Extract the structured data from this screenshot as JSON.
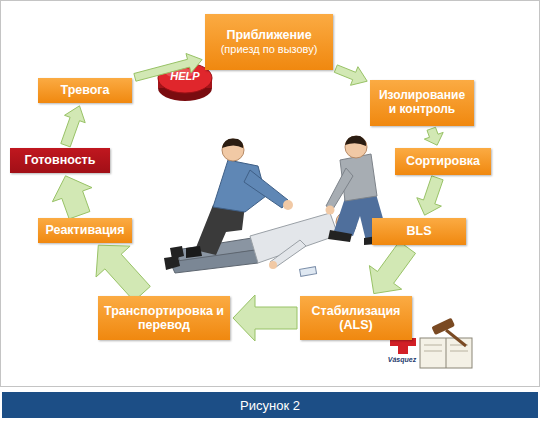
{
  "diagram": {
    "caption": "Рисунок 2",
    "nodes": [
      {
        "text": [
          "Тревога"
        ]
      },
      {
        "text": [
          "Приближение",
          "(приезд по вызову)"
        ]
      },
      {
        "text": [
          "Изолирование и контроль"
        ]
      },
      {
        "text": [
          "Сортировка"
        ]
      },
      {
        "text": [
          "BLS"
        ]
      },
      {
        "text": [
          "Стабилизация (ALS)"
        ]
      },
      {
        "text": [
          "Транспортировка и перевод"
        ]
      },
      {
        "text": [
          "Реактивация"
        ]
      },
      {
        "text": [
          "Готовность"
        ]
      }
    ],
    "edges": [
      {
        "from": 0,
        "to": 1,
        "arrow": "to"
      },
      {
        "from": 1,
        "to": 2,
        "arrow": "to"
      },
      {
        "from": 2,
        "to": 3,
        "arrow": "to"
      },
      {
        "from": 3,
        "to": 4,
        "arrow": "to"
      },
      {
        "from": 4,
        "to": 5,
        "arrow": "to"
      },
      {
        "from": 5,
        "to": 6,
        "arrow": "to"
      },
      {
        "from": 6,
        "to": 7,
        "arrow": "to"
      },
      {
        "from": 7,
        "to": 8,
        "arrow": "to"
      },
      {
        "from": 8,
        "to": 0,
        "arrow": "to"
      }
    ],
    "labels": [
      "HELP",
      "Vásquez"
    ]
  }
}
